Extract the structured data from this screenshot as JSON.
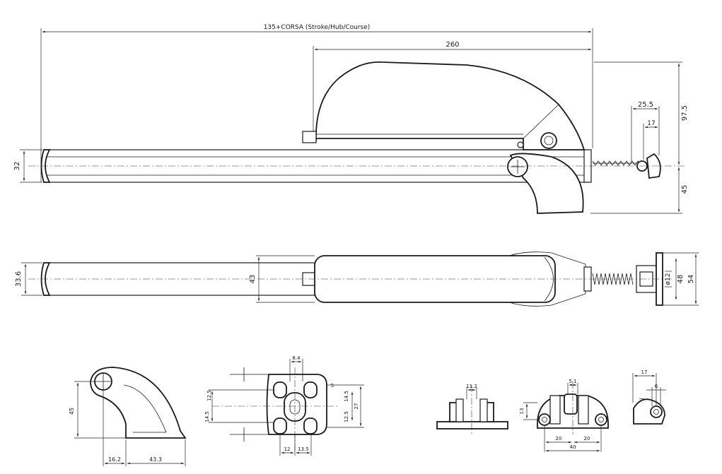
{
  "dimensions": {
    "overall": "135+CORSA (Stroke/Hub/Course)",
    "housing_length": "260",
    "tip_offset": "25.5",
    "tip_inner": "17",
    "height_top": "97.5",
    "height_bottom": "45",
    "tube_side": "32",
    "tube_top": "33.6",
    "body_width": "43",
    "rod_dia": "ø12",
    "end_48": "48",
    "end_54": "54"
  },
  "details": {
    "bracket_height": "45",
    "bracket_w1": "16.2",
    "bracket_w2": "43.3",
    "plate_84": "8.4",
    "plate_125a": "12.5",
    "plate_145a": "14.5",
    "plate_5": "5",
    "plate_145b": "14.5",
    "plate_27": "27",
    "plate_125b": "12.5",
    "plate_12": "12",
    "plate_135": "13.5",
    "fork_112": "11.2",
    "mount_51": "5.1",
    "mount_13": "13",
    "mount_20a": "20",
    "mount_20b": "20",
    "mount_40": "40",
    "clip_17": "17",
    "clip_6": "6"
  }
}
